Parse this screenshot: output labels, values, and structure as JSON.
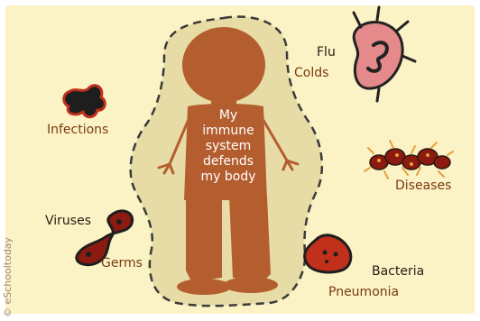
{
  "center": {
    "line1": "My",
    "line2": "immune",
    "line3": "system",
    "line4": "defends",
    "line5": "my body"
  },
  "labels": {
    "flu": "Flu",
    "colds": "Colds",
    "infections": "Infections",
    "diseases": "Diseases",
    "viruses": "Viruses",
    "germs": "Germs",
    "bacteria": "Bacteria",
    "pneumonia": "Pneumonia"
  },
  "credit": "© eSchooltoday",
  "colors": {
    "background": "#fbf3c6",
    "shield": "#e8dca6",
    "body": "#b45e2f",
    "microbe_red": "#c0301a",
    "microbe_pink": "#e48a8a",
    "dark_text": "#2a1a10",
    "brown_text": "#7a3a10"
  },
  "icons": [
    "bacterium-icon",
    "blob-germ-icon",
    "chain-germ-icon",
    "virus-icon",
    "red-bacterium-icon"
  ]
}
